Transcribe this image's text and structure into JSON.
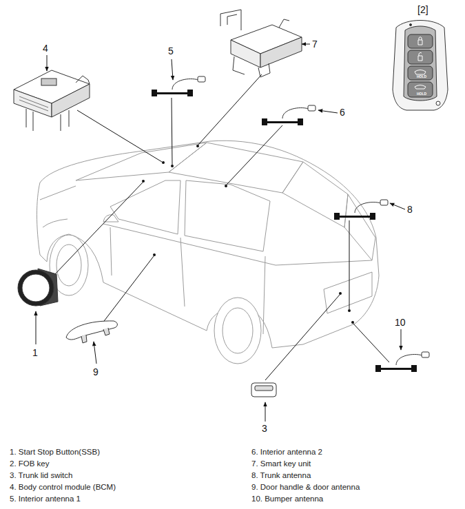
{
  "diagram": {
    "labels": [
      "[2]",
      "4",
      "5",
      "7",
      "6",
      "8",
      "10",
      "1",
      "9",
      "3",
      "HOLD",
      "HOLD",
      "1. Start Stop Button(SSB)",
      "2. FOB key",
      "3. Trunk lid switch",
      "4. Body control module (BCM)",
      "5. Interior antenna 1",
      "6. Interior antenna 2",
      "7. Smart key unit",
      "8. Trunk antenna",
      "9. Door handle & door antenna",
      "10. Bumper antenna"
    ]
  }
}
